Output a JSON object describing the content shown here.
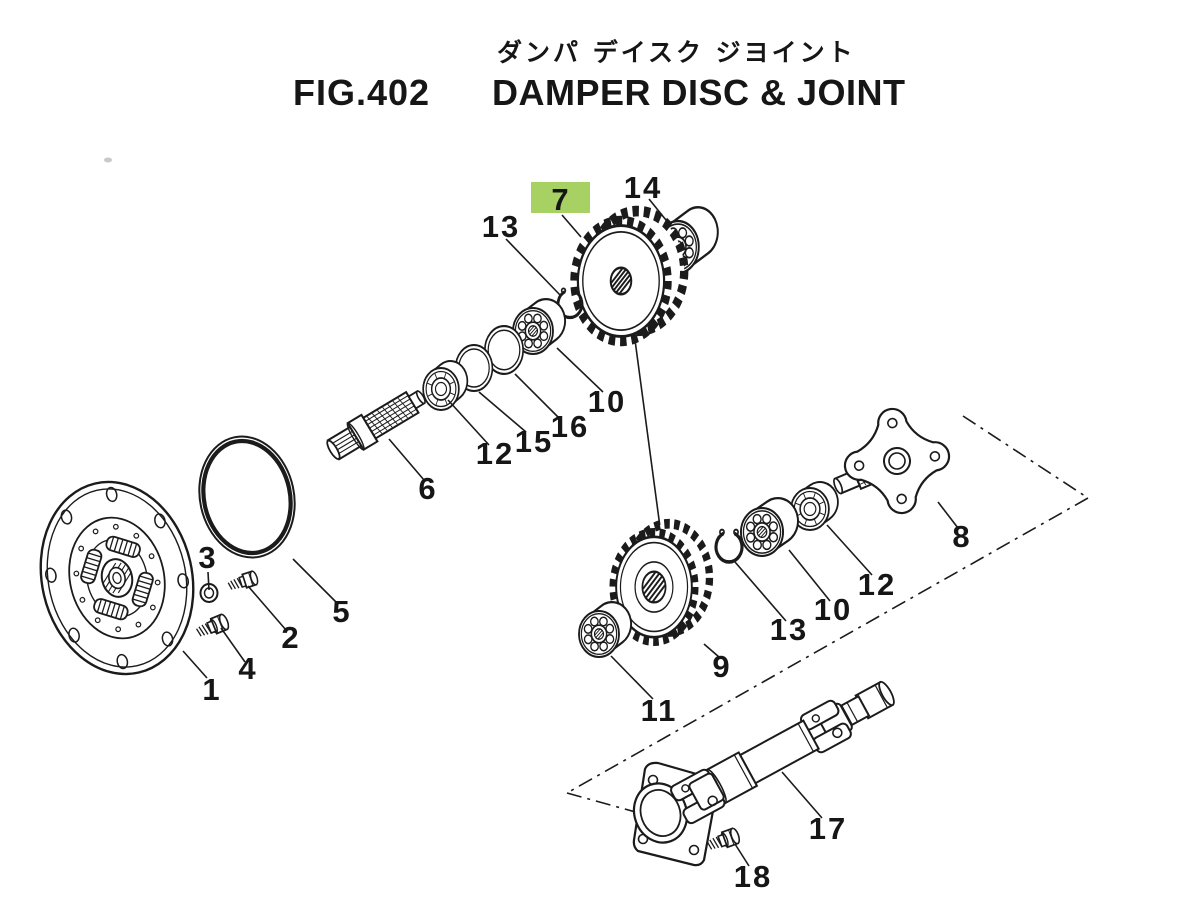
{
  "figure": {
    "title_ja": "ダンパ デイスク ジヨイント",
    "number_label": "FIG.402",
    "title_en": "DAMPER DISC & JOINT"
  },
  "highlight": {
    "selected_part": "7",
    "box_color": "#a8d164",
    "text_color": "#203008"
  },
  "colors": {
    "background": "#ffffff",
    "ink": "#1b1b1b"
  },
  "callouts": [
    {
      "num": "1"
    },
    {
      "num": "2"
    },
    {
      "num": "3"
    },
    {
      "num": "4"
    },
    {
      "num": "5"
    },
    {
      "num": "6"
    },
    {
      "num": "7",
      "highlighted": true
    },
    {
      "num": "8"
    },
    {
      "num": "9"
    },
    {
      "num": "10"
    },
    {
      "num": "10"
    },
    {
      "num": "11"
    },
    {
      "num": "12"
    },
    {
      "num": "12"
    },
    {
      "num": "13"
    },
    {
      "num": "13"
    },
    {
      "num": "14"
    },
    {
      "num": "15"
    },
    {
      "num": "16"
    },
    {
      "num": "17"
    },
    {
      "num": "18"
    }
  ]
}
